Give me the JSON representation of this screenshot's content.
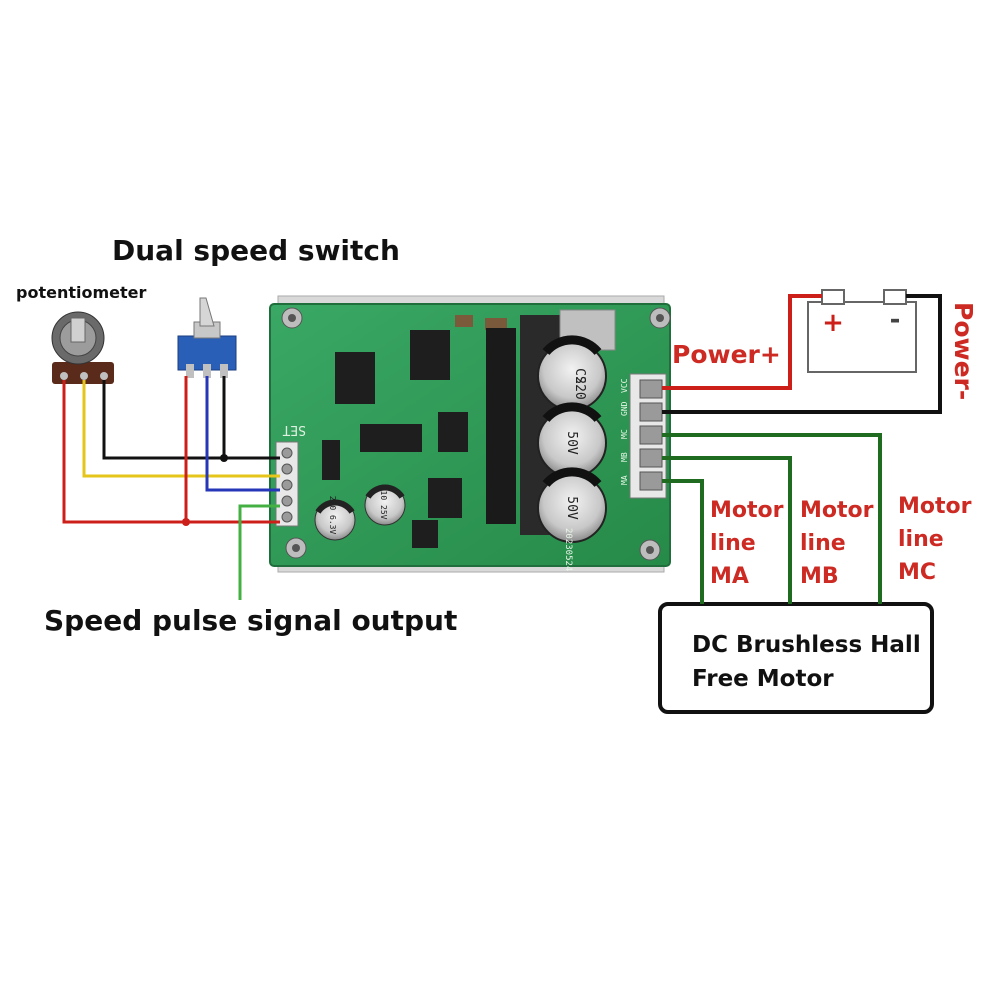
{
  "labels": {
    "dual_speed_switch": "Dual speed switch",
    "potentiometer": "potentiometer",
    "speed_pulse": "Speed pulse signal output",
    "power_plus": "Power+",
    "power_minus": "Power-",
    "motor_ma": [
      "Motor",
      "line",
      "MA"
    ],
    "motor_mb": [
      "Motor",
      "line",
      "MB"
    ],
    "motor_mc": [
      "Motor",
      "line",
      "MC"
    ],
    "motor_box": [
      "DC Brushless Hall",
      "Free Motor"
    ]
  },
  "battery": {
    "plus": "+",
    "minus": "-"
  },
  "pcb": {
    "capacitor_text": [
      "CS",
      "220",
      "50V"
    ],
    "small_cap1": "220 6.3V",
    "small_cap2": "10 25V",
    "left_header_label": "SET",
    "right_header_pins": [
      "VCC",
      "GND",
      "MC",
      "MB",
      "MA"
    ],
    "board_code": "20230524"
  },
  "colors": {
    "wire_red": "#cc1f1a",
    "wire_black": "#111111",
    "wire_yellow": "#e6c51a",
    "wire_blue": "#2636b8",
    "wire_green": "#1f6b1f",
    "wire_signal": "#44b044",
    "pcb_green": "#2f9a55",
    "label_red": "#cc2a22"
  }
}
